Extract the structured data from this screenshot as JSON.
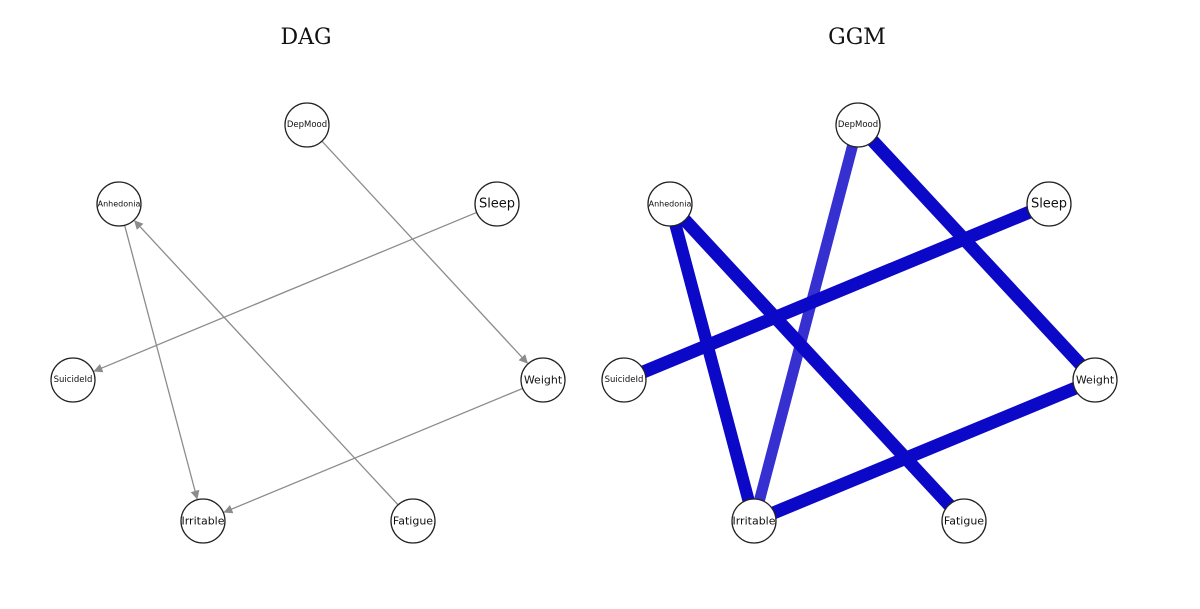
{
  "colors": {
    "dag_edge": "#8c8c8c",
    "ggm_edge": "#0c08c8",
    "ggm_edge_light": "#3530cf",
    "node_stroke": "#222222"
  },
  "panels": [
    {
      "id": "dag",
      "title": "DAG",
      "directed": true,
      "nodes": [
        "DepMood",
        "Sleep",
        "Anhedonia",
        "SuicideId",
        "Weight",
        "Irritable",
        "Fatigue"
      ],
      "edges": [
        {
          "from": "DepMood",
          "to": "Weight"
        },
        {
          "from": "Sleep",
          "to": "SuicideId"
        },
        {
          "from": "Fatigue",
          "to": "Anhedonia"
        },
        {
          "from": "Anhedonia",
          "to": "Irritable"
        },
        {
          "from": "Weight",
          "to": "Irritable"
        }
      ]
    },
    {
      "id": "ggm",
      "title": "GGM",
      "directed": false,
      "nodes": [
        "DepMood",
        "Sleep",
        "Anhedonia",
        "SuicideId",
        "Weight",
        "Irritable",
        "Fatigue"
      ],
      "edges": [
        {
          "from": "DepMood",
          "to": "Weight",
          "strength": 1.0
        },
        {
          "from": "DepMood",
          "to": "Irritable",
          "strength": 0.85
        },
        {
          "from": "Sleep",
          "to": "SuicideId",
          "strength": 1.0
        },
        {
          "from": "Anhedonia",
          "to": "Irritable",
          "strength": 0.95
        },
        {
          "from": "Anhedonia",
          "to": "Fatigue",
          "strength": 1.0
        },
        {
          "from": "Weight",
          "to": "Irritable",
          "strength": 1.0
        }
      ]
    }
  ]
}
